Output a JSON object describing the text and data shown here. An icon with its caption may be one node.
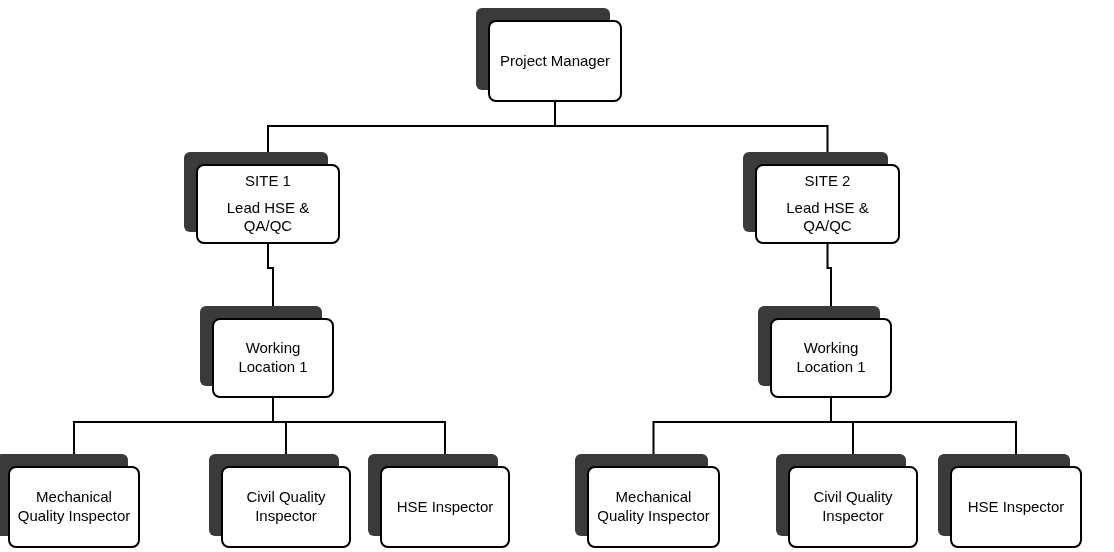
{
  "diagram": {
    "nodes": [
      {
        "text": [
          "Project Manager"
        ]
      },
      {
        "text": [
          "SITE 1",
          "Lead HSE & QA/QC"
        ]
      },
      {
        "text": [
          "SITE 2",
          "Lead HSE & QA/QC"
        ]
      },
      {
        "text": [
          "Working Location 1"
        ]
      },
      {
        "text": [
          "Working Location 1"
        ]
      },
      {
        "text": [
          "Mechanical Quality Inspector"
        ]
      },
      {
        "text": [
          "Civil Quality Inspector"
        ]
      },
      {
        "text": [
          "HSE Inspector"
        ]
      },
      {
        "text": [
          "Mechanical Quality Inspector"
        ]
      },
      {
        "text": [
          "Civil Quality Inspector"
        ]
      },
      {
        "text": [
          "HSE Inspector"
        ]
      }
    ],
    "edges": [
      {
        "from": 0,
        "to": 1,
        "arrow": "none"
      },
      {
        "from": 0,
        "to": 2,
        "arrow": "none"
      },
      {
        "from": 1,
        "to": 3,
        "arrow": "none"
      },
      {
        "from": 2,
        "to": 4,
        "arrow": "none"
      },
      {
        "from": 3,
        "to": 5,
        "arrow": "none"
      },
      {
        "from": 3,
        "to": 6,
        "arrow": "none"
      },
      {
        "from": 3,
        "to": 7,
        "arrow": "none"
      },
      {
        "from": 4,
        "to": 8,
        "arrow": "none"
      },
      {
        "from": 4,
        "to": 9,
        "arrow": "none"
      },
      {
        "from": 4,
        "to": 10,
        "arrow": "none"
      }
    ]
  }
}
